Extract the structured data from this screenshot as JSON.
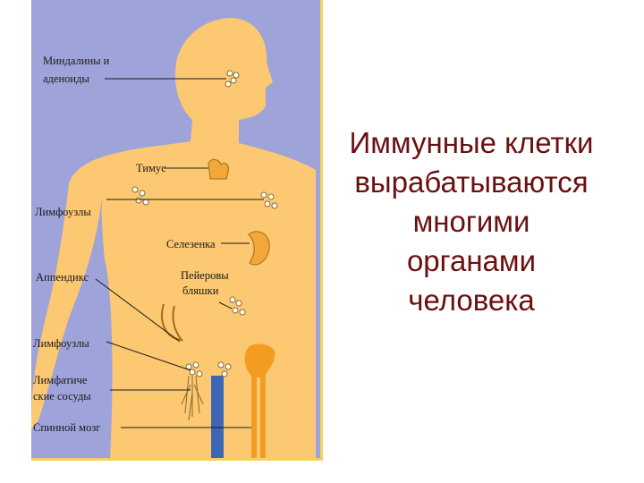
{
  "diagram": {
    "labels": {
      "tonsils_line1": "Миндалины и",
      "tonsils_line2": "аденоиды",
      "thymus": "Тимус",
      "lymph_nodes_upper": "Лимфоузлы",
      "spleen": "Селезенка",
      "appendix": "Аппендикс",
      "peyer_line1": "Пейеровы",
      "peyer_line2": "бляшки",
      "lymph_nodes_lower": "Лимфоузлы",
      "vessels_line1": "Лимфатиче",
      "vessels_line2": "ские сосуды",
      "bone_marrow": "Спинной мозг"
    },
    "colors": {
      "background": "#9ea3d9",
      "body": "#fcc871",
      "organ": "#f2a838",
      "bone": "#f39c1f",
      "spine": "#3d66b4",
      "frame": "#f2d25a"
    }
  },
  "caption": {
    "lines": [
      "Иммунные клетки",
      "вырабатываются",
      "многими",
      "органами",
      "человека"
    ],
    "color": "#6a1010"
  }
}
